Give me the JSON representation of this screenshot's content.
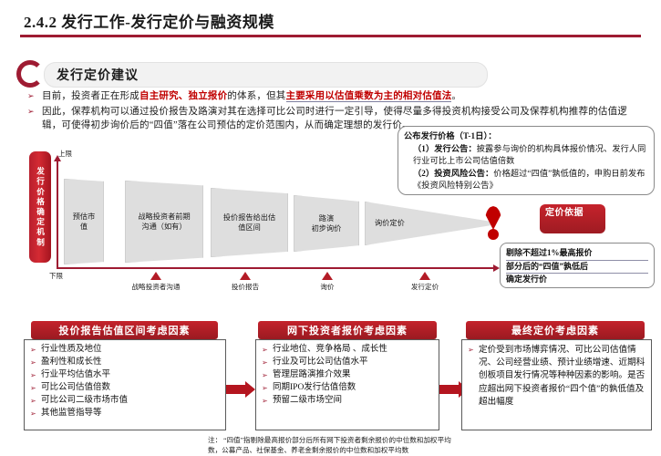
{
  "slide": {
    "title": "2.4.2  发行工作-发行定价与融资规模",
    "section_header": "发行定价建议",
    "accent_color": "#9e1b32",
    "red": "#c00000"
  },
  "bullets": [
    {
      "marker": "➢",
      "segments": [
        {
          "text": "目前，投资者正在形成",
          "style": "plain"
        },
        {
          "text": "自主研究、独立报价",
          "style": "red-bold"
        },
        {
          "text": "的体系，但其",
          "style": "plain"
        },
        {
          "text": "主要采用以估值乘数为主的相对估值法",
          "style": "red-bold-underline"
        },
        {
          "text": "。",
          "style": "plain"
        }
      ]
    },
    {
      "marker": "➢",
      "segments": [
        {
          "text": "因此，保荐机构可以通过投价报告及路演对其在选择可比公司时进行一定引导，使得尽量多得投资机构接受公司及保荐机构推荐的估值逻辑，可使得初步询价后的“四值”落在公司预估的定价范围内，从而确定理想的发行价。",
          "style": "plain"
        }
      ]
    }
  ],
  "info_card": {
    "heading": "公布发行价格（T-1日）：",
    "lines": [
      {
        "label": "（1）发行公告：",
        "text": "披露参与询价的机构具体报价情况、发行人同行业可比上市公司估值倍数"
      },
      {
        "label": "（2）投资风险公告：",
        "text": "价格超过“四值”孰低值的，申购日前发布《投资风险特别公告》"
      }
    ]
  },
  "mechanism": {
    "vertical_label": "发行价格确定机制",
    "axis_top": "上限",
    "axis_bottom": "下限"
  },
  "funnel": [
    {
      "label": "预估市\n值"
    },
    {
      "label": "战略投资者前期\n沟通（如有）"
    },
    {
      "label": "投价报告给出估\n值区间"
    },
    {
      "label": "路演\n初步询价"
    },
    {
      "label": "询价定价"
    }
  ],
  "timeline": [
    {
      "label": "战略投资者沟通"
    },
    {
      "label": "投价报告"
    },
    {
      "label": "询价"
    },
    {
      "label": "发行定价"
    }
  ],
  "pin": {
    "icon": "exclamation-pin-icon"
  },
  "badge": {
    "label": "定价依据"
  },
  "note_box": {
    "lines": [
      "剔除不超过1%最高报价",
      "部分后的“四值”孰低后",
      "确定发行价"
    ]
  },
  "bottom_boxes": [
    {
      "title": "投价报告估值区间考虑因素",
      "items": [
        "行业性质及地位",
        "盈利性和成长性",
        "行业平均估值水平",
        "可比公司估值倍数",
        "可比公司二级市场市值",
        "其他监管指导等"
      ]
    },
    {
      "title": "网下投资者报价考虑因素",
      "items": [
        "行业地位、竞争格局 、成长性",
        "行业及可比公司估值水平",
        "管理层路演推介效果",
        "同期IPO发行估值倍数",
        "预留二级市场空间"
      ]
    },
    {
      "title": "最终定价考虑因素",
      "paragraph": "定价受到市场博弈情况、可比公司估值情况、公司经营业绩、预计业绩增速、近期科创板项目发行情况等种种因素的影响。是否应超出网下投资者报价“四个值”的孰低值及超出幅度"
    }
  ],
  "footnote": {
    "line1": "注： “四值”指剔除最高报价部分后所有网下投资者剩余报价的中位数和加权平均",
    "line2": "数，公募产品、社保基金、养老金剩余报价的中位数和加权平均数"
  }
}
